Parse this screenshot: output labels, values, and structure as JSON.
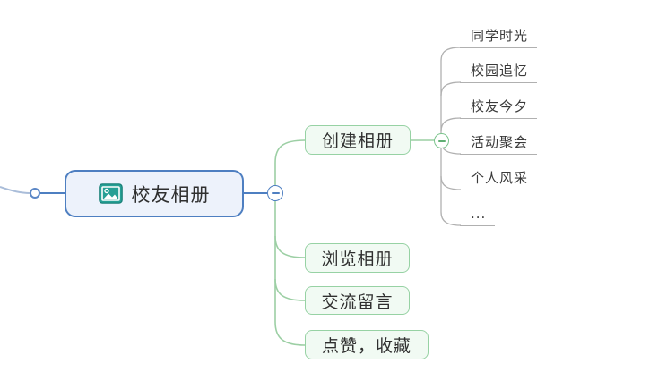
{
  "root": {
    "label": "校友相册",
    "icon": "image-icon"
  },
  "branches": [
    {
      "label": "创建相册",
      "children": [
        "同学时光",
        "校园追忆",
        "校友今夕",
        "活动聚会",
        "个人风采",
        "..."
      ]
    },
    {
      "label": "浏览相册",
      "children": []
    },
    {
      "label": "交流留言",
      "children": []
    },
    {
      "label": "点赞，收藏",
      "children": []
    }
  ],
  "colors": {
    "root_border": "#4e7fc1",
    "root_fill": "#edf2fb",
    "branch_border": "#97d2a4",
    "branch_fill": "#f1faf3",
    "green_line": "#9ccfa4",
    "gray_line": "#b0b0b0",
    "blue_line": "#4e7fc1",
    "light_blue_line": "#aabdd9",
    "icon_teal": "#26a095",
    "text": "#2f2f2f"
  }
}
